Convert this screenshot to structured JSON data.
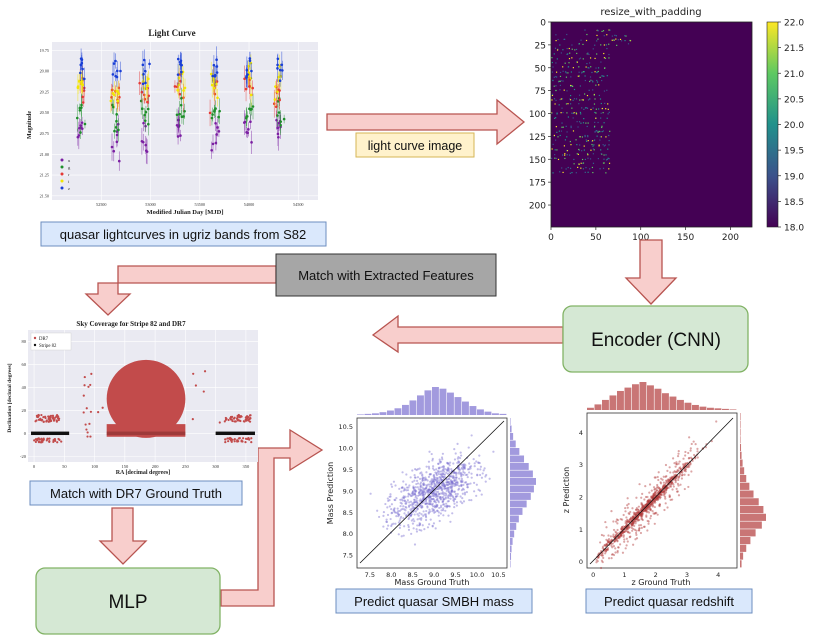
{
  "labels": {
    "light_curve_image": "light curve image",
    "lightcurves_caption": "quasar lightcurves in ugriz bands from S82",
    "match_features": "Match with Extracted Features",
    "encoder": "Encoder (CNN)",
    "match_dr7": "Match with DR7 Ground Truth",
    "mlp": "MLP",
    "predict_mass": "Predict quasar SMBH mass",
    "predict_redshift": "Predict quasar redshift"
  },
  "colors": {
    "arrow_fill": "#f8cecc",
    "arrow_stroke": "#b85450",
    "label_fill": "#dae8fc",
    "label_stroke": "#6c8ebf",
    "yellow_fill": "#fff2cc",
    "yellow_stroke": "#d6b656",
    "green_fill": "#d5e8d4",
    "green_stroke": "#82b366",
    "gray_fill": "#a6a6a6",
    "viridis_dark": "#440154",
    "mass_color": "#7b6fd0",
    "z_color": "#b23a3a",
    "sky_color": "#c24b4b"
  },
  "chart_data": [
    {
      "type": "scatter",
      "title": "Light Curve",
      "xlabel": "Modified Julian Day [MJD]",
      "ylabel": "Magnitude",
      "x_ticks": [
        "52500",
        "53000",
        "53500",
        "54000",
        "54500"
      ],
      "y_ticks": [
        "19.75",
        "20.00",
        "20.25",
        "20.50",
        "20.75",
        "21.00",
        "21.25",
        "21.50"
      ],
      "legend": [
        "u",
        "g",
        "r",
        "i",
        "z"
      ],
      "series": [
        {
          "name": "u",
          "color": "#7b1fa2",
          "values": [
            20.7,
            20.9,
            20.8,
            20.7,
            20.8,
            20.75,
            20.7
          ]
        },
        {
          "name": "g",
          "color": "#1f8f2b",
          "values": [
            20.55,
            20.6,
            20.5,
            20.5,
            20.55,
            20.5,
            20.5
          ]
        },
        {
          "name": "r",
          "color": "#e53935",
          "values": [
            20.25,
            20.3,
            20.25,
            20.2,
            20.25,
            20.2,
            20.3
          ]
        },
        {
          "name": "i",
          "color": "#f2e600",
          "values": [
            20.2,
            20.25,
            20.15,
            20.15,
            20.2,
            20.1,
            20.2
          ]
        },
        {
          "name": "z",
          "color": "#1a3fd6",
          "values": [
            20.0,
            19.95,
            20.0,
            19.9,
            20.0,
            19.95,
            20.0
          ]
        }
      ],
      "x": [
        52300,
        52650,
        52950,
        53300,
        53650,
        54000,
        54300
      ]
    },
    {
      "type": "heatmap",
      "title": "resize_with_padding",
      "x_ticks": [
        "0",
        "50",
        "100",
        "150",
        "200"
      ],
      "y_ticks": [
        "0",
        "25",
        "50",
        "75",
        "100",
        "125",
        "150",
        "175",
        "200"
      ],
      "colorbar_ticks": [
        "22.0",
        "21.5",
        "21.0",
        "20.5",
        "20.0",
        "19.5",
        "19.0",
        "18.5",
        "18.0"
      ],
      "xlim": [
        0,
        224
      ],
      "ylim": [
        0,
        224
      ],
      "clim": [
        18.0,
        22.0
      ]
    },
    {
      "type": "scatter",
      "title": "Sky Coverage for Stripe 82 and DR7",
      "xlabel": "RA [decimal degrees]",
      "ylabel": "Declination [decimal degrees]",
      "x_ticks": [
        "0",
        "50",
        "100",
        "150",
        "200",
        "250",
        "300",
        "350"
      ],
      "y_ticks": [
        "80",
        "60",
        "40",
        "20",
        "0",
        "-20"
      ],
      "legend": [
        "DR7",
        "Stripe 82"
      ],
      "xlim": [
        -10,
        370
      ],
      "ylim": [
        -25,
        90
      ]
    },
    {
      "type": "scatter",
      "xlabel": "Mass Ground Truth",
      "ylabel": "Mass Prediction",
      "x_ticks": [
        "7.5",
        "8.0",
        "8.5",
        "9.0",
        "9.5",
        "10.0",
        "10.5"
      ],
      "y_ticks": [
        "10.5",
        "10.0",
        "9.5",
        "9.0",
        "8.5",
        "8.0",
        "7.5"
      ],
      "xlim": [
        7.2,
        10.7
      ],
      "ylim": [
        7.2,
        10.7
      ],
      "x_hist": [
        1,
        2,
        3,
        5,
        8,
        12,
        18,
        26,
        35,
        44,
        50,
        47,
        40,
        32,
        24,
        16,
        10,
        6,
        3,
        2
      ],
      "y_hist": [
        1,
        2,
        3,
        5,
        8,
        12,
        17,
        24,
        32,
        40,
        46,
        50,
        44,
        36,
        27,
        18,
        11,
        6,
        3,
        1
      ]
    },
    {
      "type": "scatter",
      "xlabel": "z Ground Truth",
      "ylabel": "z Prediction",
      "x_ticks": [
        "0",
        "1",
        "2",
        "3",
        "4"
      ],
      "y_ticks": [
        "4",
        "3",
        "2",
        "1",
        "0"
      ],
      "xlim": [
        -0.2,
        4.6
      ],
      "ylim": [
        -0.2,
        4.6
      ],
      "x_hist": [
        4,
        10,
        18,
        26,
        34,
        40,
        46,
        50,
        44,
        38,
        30,
        24,
        18,
        13,
        9,
        6,
        4,
        3,
        2,
        1
      ],
      "y_hist": [
        3,
        6,
        12,
        20,
        30,
        42,
        50,
        45,
        36,
        26,
        18,
        12,
        8,
        5,
        3,
        2,
        1,
        1,
        1,
        1
      ]
    }
  ]
}
